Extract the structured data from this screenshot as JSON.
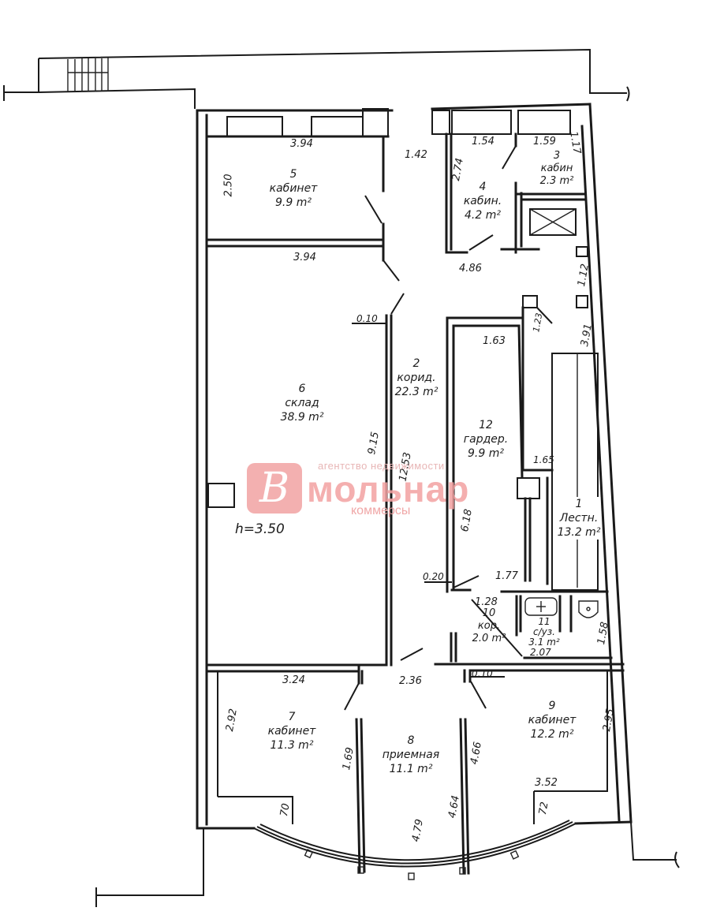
{
  "rooms": [
    {
      "id": "1",
      "name": "Лестн.",
      "area": "13.2 m²"
    },
    {
      "id": "2",
      "name": "корид.",
      "area": "22.3 m²"
    },
    {
      "id": "3",
      "name": "кабин",
      "area": "2.3 m²"
    },
    {
      "id": "4",
      "name": "кабин.",
      "area": "4.2 m²"
    },
    {
      "id": "5",
      "name": "кабинет",
      "area": "9.9 m²"
    },
    {
      "id": "6",
      "name": "склад",
      "area": "38.9 m²"
    },
    {
      "id": "7",
      "name": "кабинет",
      "area": "11.3 m²"
    },
    {
      "id": "8",
      "name": "приемная",
      "area": "11.1 m²"
    },
    {
      "id": "9",
      "name": "кабинет",
      "area": "12.2 m²"
    },
    {
      "id": "10",
      "name": "кор.",
      "area": "2.0 m²"
    },
    {
      "id": "11",
      "name": "с/уз.",
      "area": "3.1 m²"
    },
    {
      "id": "12",
      "name": "гардер.",
      "area": "9.9 m²"
    }
  ],
  "ceiling_height": "h=3.50",
  "dimensions": {
    "r5_top": "3.94",
    "r5_side": "2.50",
    "r6_top": "3.94",
    "corr_top": "1.42",
    "r4_top": "1.54",
    "r4_side": "2.74",
    "r3_top": "1.59",
    "r3_side": "1.17",
    "r4_bottom": "4.86",
    "right_112": "1.12",
    "wall_010_a": "0.10",
    "r12_top": "1.63",
    "r12_corner": "1.23",
    "stair_side": "3.91",
    "r6_side": "9.15",
    "corr_side": "12.53",
    "stair_165": "1.65",
    "r12_side": "6.18",
    "wall_020": "0.20",
    "r12_bottom": "1.77",
    "r10_top": "1.28",
    "r11_bottom": "2.07",
    "r11_side": "1.58",
    "wall_010_b": "0.10",
    "r7_top": "3.24",
    "r8_top": "2.36",
    "r7_side": "2.92",
    "r9_side": "2.95",
    "r8_left": "1.69",
    "r8_right": "4.66",
    "r8_right2": "4.64",
    "r8_bottom": "4.79",
    "r9_bottom": "3.52",
    "pier_left": "70",
    "pier_right": "72"
  },
  "watermark": {
    "tagline": "агентство недвижимости",
    "brand": "мольнар",
    "sub": "коммерсы",
    "logo_letter": "B",
    "color": "#f3a2a2"
  }
}
